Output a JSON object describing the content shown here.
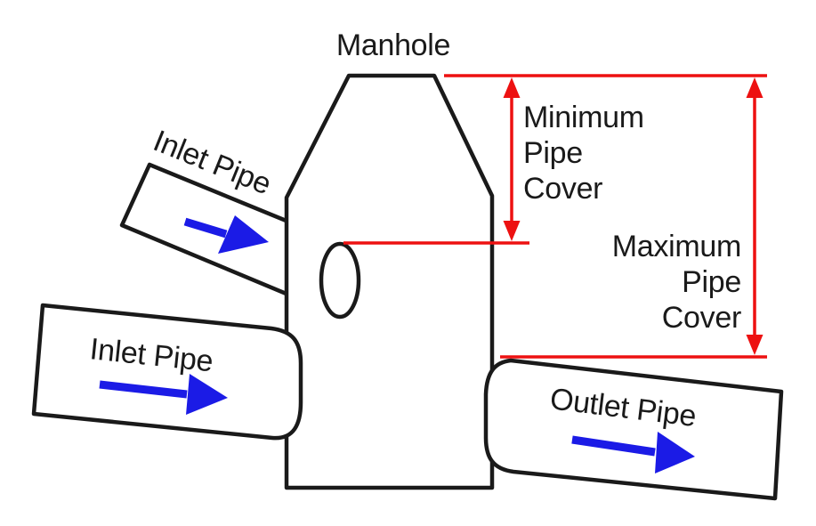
{
  "diagram": {
    "title": "Manhole",
    "labels": {
      "manhole": "Manhole",
      "inlet_pipe_upper": "Inlet Pipe",
      "inlet_pipe_lower": "Inlet Pipe",
      "outlet_pipe": "Outlet Pipe"
    },
    "dimensions": {
      "min_cover": {
        "line1": "Minimum",
        "line2": "Pipe",
        "line3": "Cover"
      },
      "max_cover": {
        "line1": "Maximum",
        "line2": "Pipe",
        "line3": "Cover"
      }
    },
    "icons": {
      "inlet_flow_arrow_upper": "blue-right-down-arrow",
      "inlet_flow_arrow_lower": "blue-right-arrow",
      "outlet_flow_arrow": "blue-right-arrow"
    }
  },
  "colors": {
    "outline": "#1a1a1a",
    "dimension_red": "#ed1111",
    "flow_blue": "#1b1be6",
    "background": "#ffffff"
  }
}
